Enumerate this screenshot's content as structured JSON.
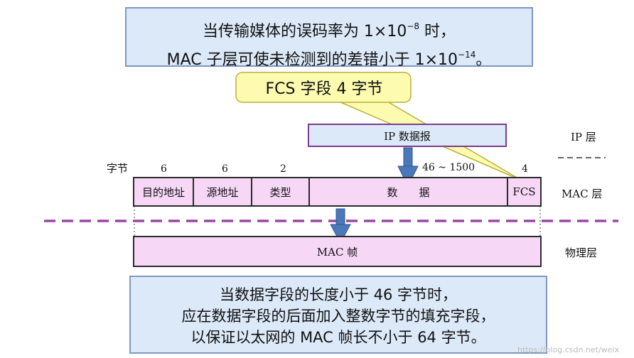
{
  "top_note": {
    "line1_prefix": "当传输媒体的误码率为 1×10",
    "line1_exp": "−8",
    "line1_suffix": " 时，",
    "line2_prefix": "MAC 子层可使未检测到的差错小于 1×10",
    "line2_exp": "−14",
    "line2_suffix": "。"
  },
  "callout": {
    "text": "FCS 字段 4 字节"
  },
  "ip_datagram": {
    "label": "IP 数据报"
  },
  "bytes_label": "字节",
  "fields": [
    {
      "name": "目的地址",
      "size": "6"
    },
    {
      "name": "源地址",
      "size": "6"
    },
    {
      "name": "类型",
      "size": "2"
    },
    {
      "name": "数　　据",
      "size": "46 ~ 1500"
    },
    {
      "name": "FCS",
      "size": "4"
    }
  ],
  "mac_frame": {
    "label": "MAC 帧"
  },
  "layers": {
    "ip": "IP 层",
    "mac": "MAC 层",
    "physical": "物理层"
  },
  "bottom_note": {
    "line1": "当数据字段的长度小于 46 字节时，",
    "line2": "应在数据字段的后面加入整数字节的填充字段，",
    "line3": "以保证以太网的 MAC 帧长不小于 64 字节。"
  },
  "watermark": "https://blog.csdn.net/weix"
}
